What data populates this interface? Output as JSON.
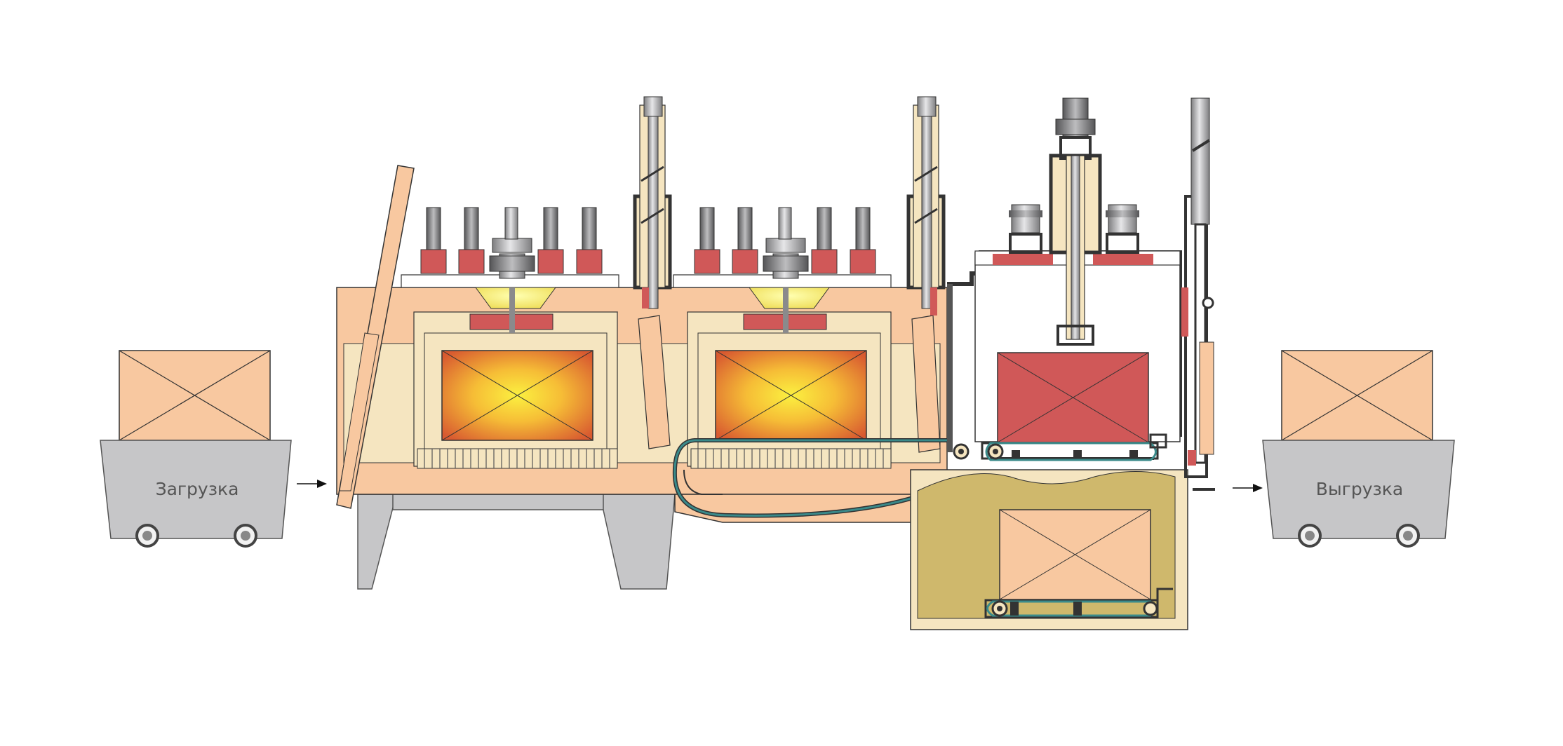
{
  "labels": {
    "load": "Загрузка",
    "unload": "Выгрузка"
  },
  "colors": {
    "refractory": "#f8c8a0",
    "insulation": "#f5e5c0",
    "steel": "#c0c0c2",
    "seal_red": "#d05858",
    "quench_oil": "#cfb86c",
    "hot_core": "#f5e030",
    "hot_edge": "#d85a30",
    "conveyor": "#3a8a8a",
    "outline": "#333333"
  },
  "stations": [
    "loading-cart",
    "heating-chamber-1",
    "heating-chamber-2",
    "quench-chamber",
    "quench-tank",
    "unloading-cart"
  ]
}
